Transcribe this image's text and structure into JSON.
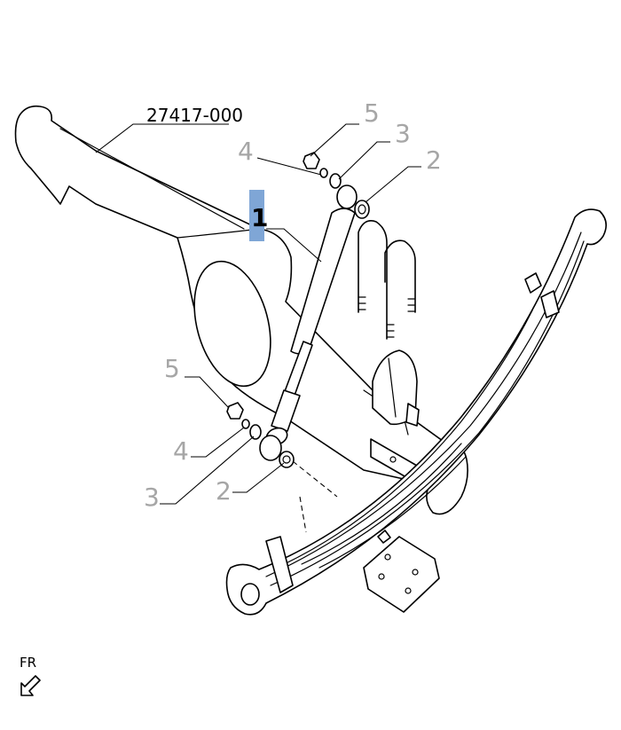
{
  "assembly_label": "27417-000",
  "callouts": {
    "shock_absorber": "1",
    "bushing_upper": "2",
    "washer_upper": "3",
    "nut_washer_upper": "4",
    "nut_upper": "5",
    "nut_lower": "5",
    "nut_washer_lower": "4",
    "washer_lower": "3",
    "bushing_lower": "2"
  },
  "selected_callout": "1",
  "direction_label": "FR",
  "colors": {
    "highlight": "#7fa6d6",
    "callout_text": "#a6a6a6",
    "line": "#000000"
  }
}
